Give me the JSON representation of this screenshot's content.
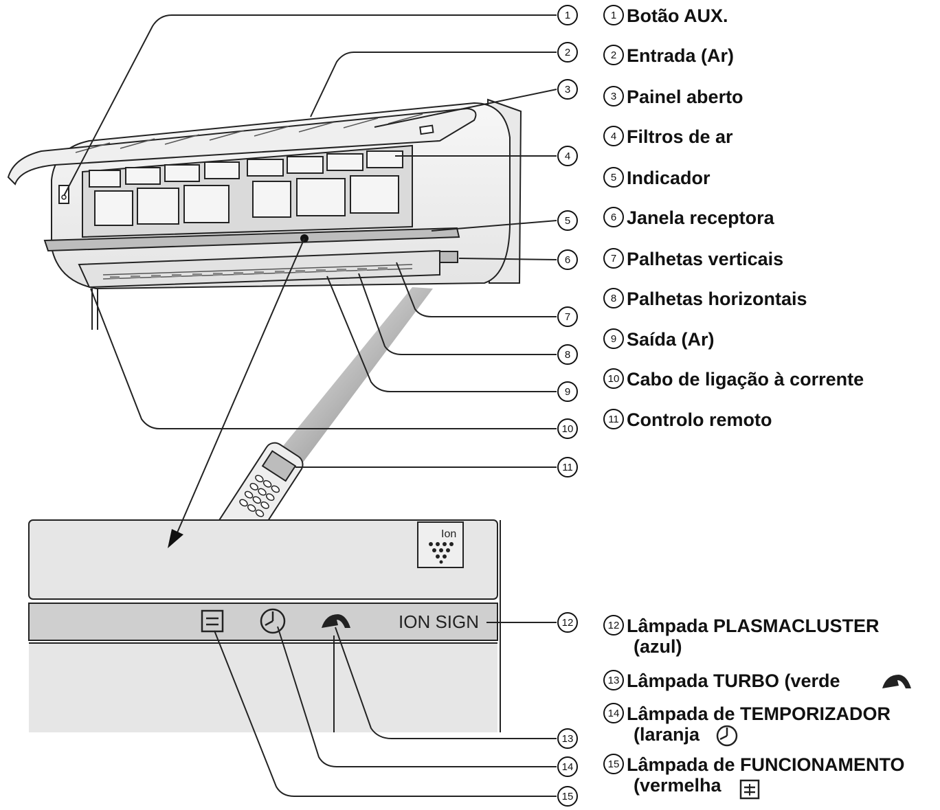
{
  "callouts": [
    {
      "n": "1",
      "label": "Botão AUX."
    },
    {
      "n": "2",
      "label": "Entrada (Ar)"
    },
    {
      "n": "3",
      "label": "Painel aberto"
    },
    {
      "n": "4",
      "label": "Filtros de ar"
    },
    {
      "n": "5",
      "label": "Indicador"
    },
    {
      "n": "6",
      "label": "Janela receptora"
    },
    {
      "n": "7",
      "label": "Palhetas verticais"
    },
    {
      "n": "8",
      "label": "Palhetas horizontais"
    },
    {
      "n": "9",
      "label": "Saída (Ar)"
    },
    {
      "n": "10",
      "label": "Cabo de ligação à corrente"
    },
    {
      "n": "11",
      "label": "Controlo remoto"
    },
    {
      "n": "12",
      "label": "Lâmpada PLASMACLUSTER",
      "label2": "(azul)"
    },
    {
      "n": "13",
      "label": "Lâmpada TURBO (verde"
    },
    {
      "n": "14",
      "label": "Lâmpada de TEMPORIZADOR",
      "label2": "(laranja"
    },
    {
      "n": "15",
      "label": "Lâmpada de FUNCIONAMENTO",
      "label2": "(vermelha"
    }
  ],
  "panel": {
    "ion_sign": "ION SIGN",
    "ion_logo": "Ion",
    "icons": [
      "run-lamp-icon",
      "timer-clock-icon",
      "turbo-icon"
    ]
  },
  "colors": {
    "line": "#222222",
    "panel_bg": "#e6e6e6",
    "strip_bg": "#cfcfcf",
    "unit_body": "#f2f2f2"
  }
}
